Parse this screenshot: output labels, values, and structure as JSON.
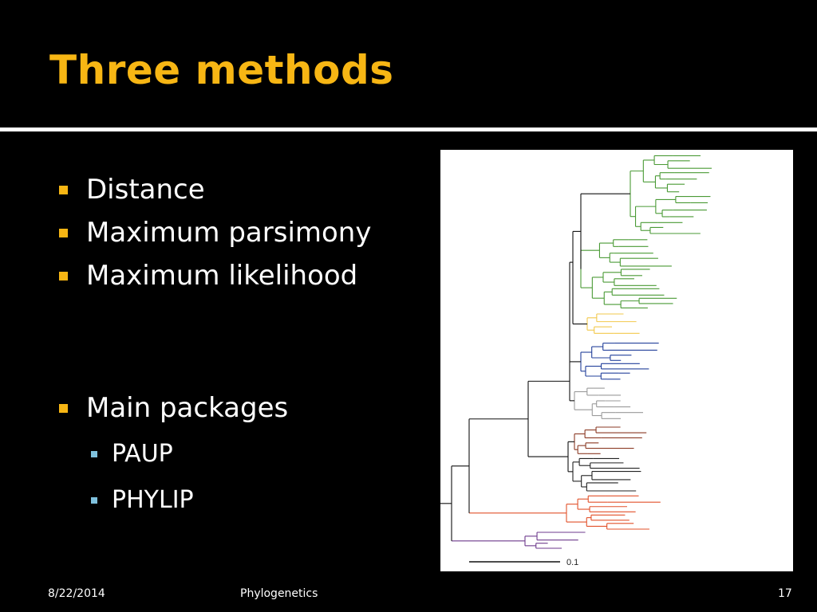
{
  "slide": {
    "title": "Three methods",
    "bullets": [
      "Distance",
      "Maximum parsimony",
      "Maximum likelihood"
    ],
    "packages": {
      "label": "Main packages",
      "items": [
        "PAUP",
        "PHYLIP"
      ]
    }
  },
  "tree": {
    "scale_label": "0.1",
    "clade_colors": [
      "#4a9a35",
      "#f2c84b",
      "#23409b",
      "#9a9a9a",
      "#8b3a24",
      "#222222",
      "#e2512a",
      "#6d3a8c"
    ]
  },
  "footer": {
    "date": "8/22/2014",
    "center": "Phylogenetics",
    "page": "17"
  }
}
